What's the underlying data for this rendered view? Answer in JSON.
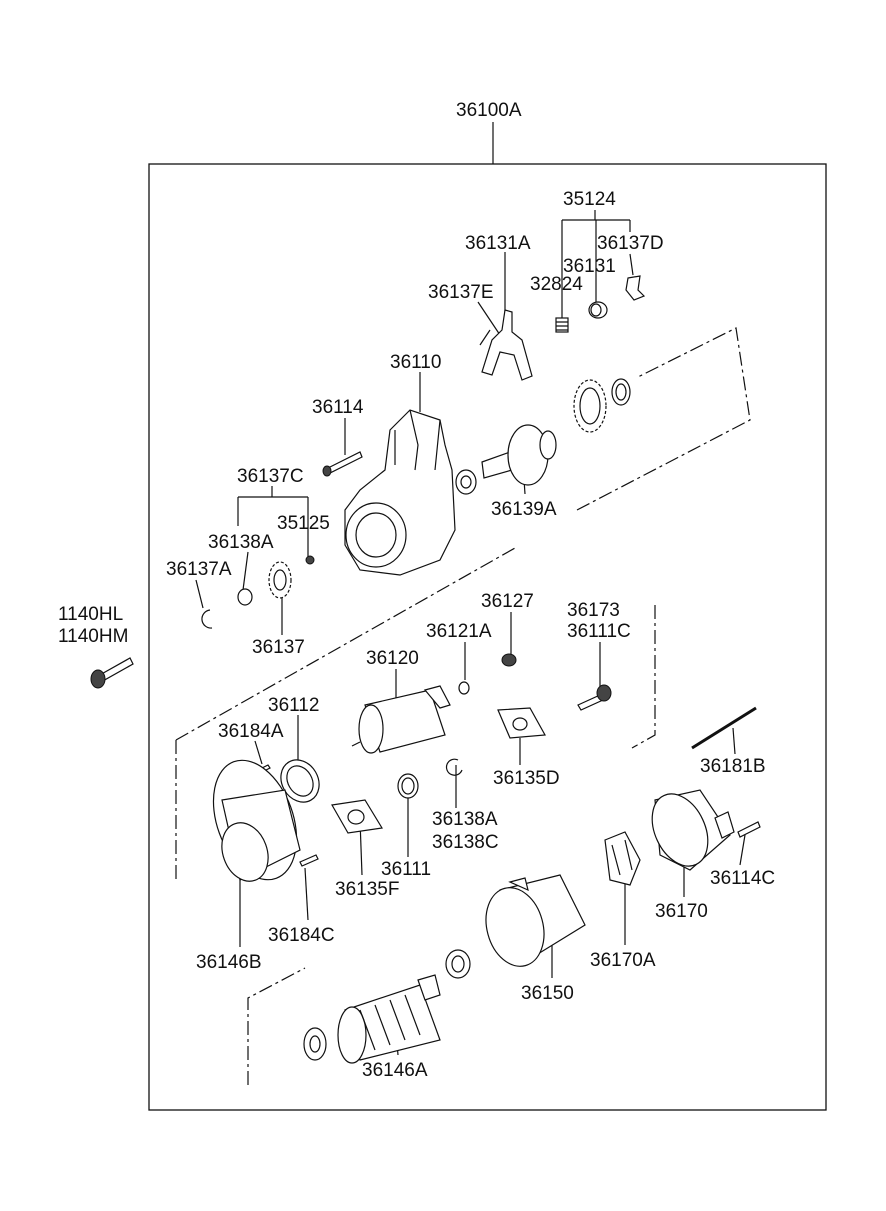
{
  "labels": {
    "assembly": "36100A",
    "l_35124": "35124",
    "l_36131A": "36131A",
    "l_36137D": "36137D",
    "l_36131": "36131",
    "l_36137E": "36137E",
    "l_32824": "32824",
    "l_36110": "36110",
    "l_36114": "36114",
    "l_36137C": "36137C",
    "l_35125": "35125",
    "l_36138A_top": "36138A",
    "l_36137A": "36137A",
    "l_36137": "36137",
    "l_36139A": "36139A",
    "l_1140HL": "1140HL",
    "l_1140HM": "1140HM",
    "l_36127": "36127",
    "l_36173": "36173",
    "l_36111C": "36111C",
    "l_36121A": "36121A",
    "l_36120": "36120",
    "l_36112": "36112",
    "l_36184A": "36184A",
    "l_36135D": "36135D",
    "l_36181B": "36181B",
    "l_36138A": "36138A",
    "l_36138C": "36138C",
    "l_36111": "36111",
    "l_36135F": "36135F",
    "l_36114C": "36114C",
    "l_36170": "36170",
    "l_36184C": "36184C",
    "l_36146B": "36146B",
    "l_36170A": "36170A",
    "l_36150": "36150",
    "l_36146A": "36146A"
  }
}
